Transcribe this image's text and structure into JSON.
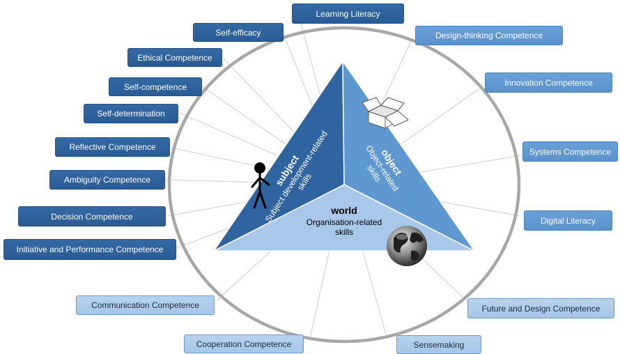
{
  "colors": {
    "dark_blue": "#2f64a0",
    "mid_blue": "#5f97d1",
    "light_blue": "#a9c7e8",
    "circle": "#a7a7a7",
    "spokes": "#d4d4d4"
  },
  "triangle": {
    "subject": {
      "title": "subject",
      "line1": "Subject development-related",
      "line2": "skills",
      "icon": "stick-figure-icon"
    },
    "object": {
      "title": "object",
      "line1": "Object-related",
      "line2": "skills",
      "icon": "open-box-icon"
    },
    "world": {
      "title": "world",
      "line1": "Organisation-related",
      "line2": "skills",
      "icon": "globe-icon"
    }
  },
  "competences": {
    "learning_literacy": "Learning Literacy",
    "design_thinking": "Design-thinking Competence",
    "innovation": "Innovation Competence",
    "systems": "Systems Competence",
    "digital_literacy": "Digital Literacy",
    "future_design": "Future and Design Competence",
    "sensemaking": "Sensemaking",
    "cooperation": "Cooperation Competence",
    "communication": "Communication Competence",
    "initiative": "Initiative and Performance Competence",
    "decision": "Decision Competence",
    "ambiguity": "Ambiguity  Competence",
    "reflective": "Reflective Competence",
    "self_determination": "Self-determination",
    "self_competence": "Self-competence",
    "ethical": "Ethical Competence",
    "self_efficacy": "Self-efficacy"
  }
}
